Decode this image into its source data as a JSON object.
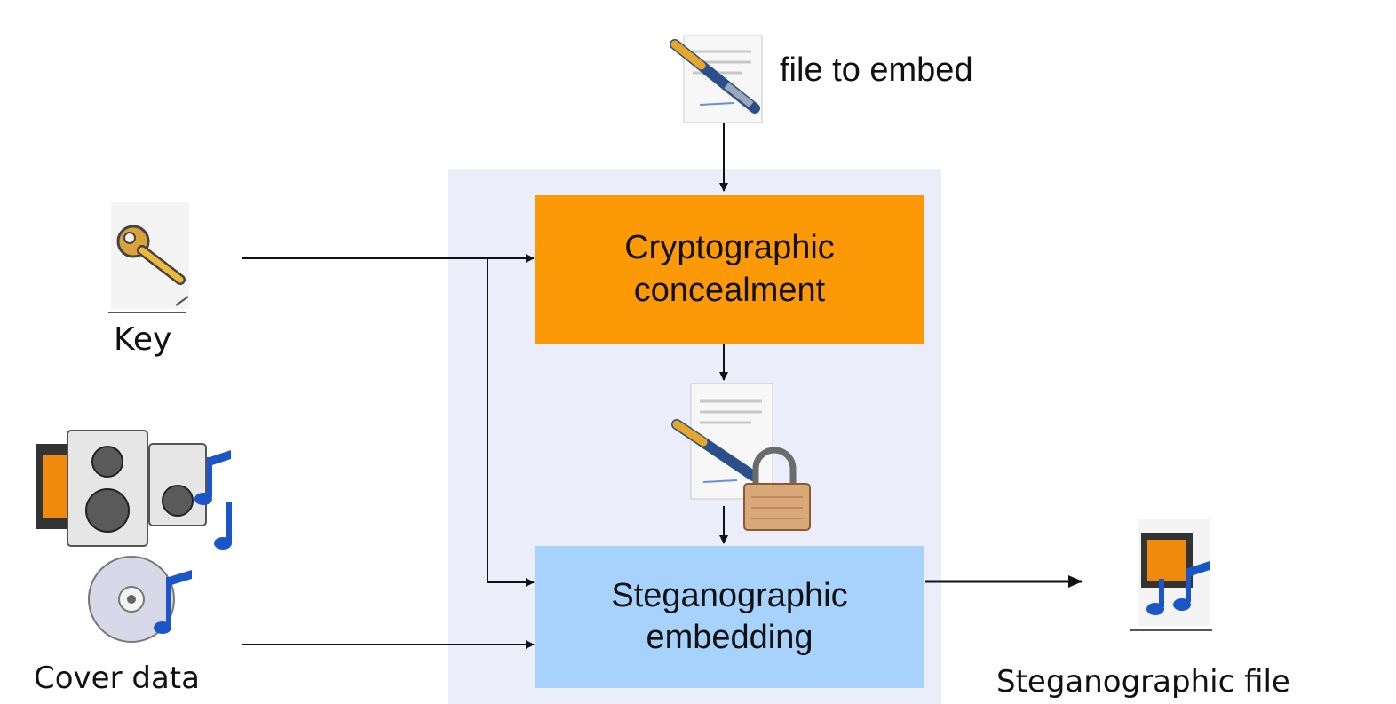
{
  "input": {
    "file_label": "file to embed"
  },
  "key": {
    "label": "Key"
  },
  "cover": {
    "label": "Cover data"
  },
  "process": {
    "crypto_label": "Cryptographic\nconcealment",
    "stego_label": "Steganographic\nembedding"
  },
  "output": {
    "label": "Steganographic file"
  },
  "colors": {
    "panel": "#ebeefa",
    "crypto_box": "#fb9a06",
    "stego_box": "#a7d2fb",
    "arrow": "#111111"
  },
  "icons": {
    "file": "document-pen-icon",
    "key": "key-icon",
    "encrypted": "document-lock-icon",
    "cover": "media-files-icon",
    "output": "film-music-icon"
  }
}
